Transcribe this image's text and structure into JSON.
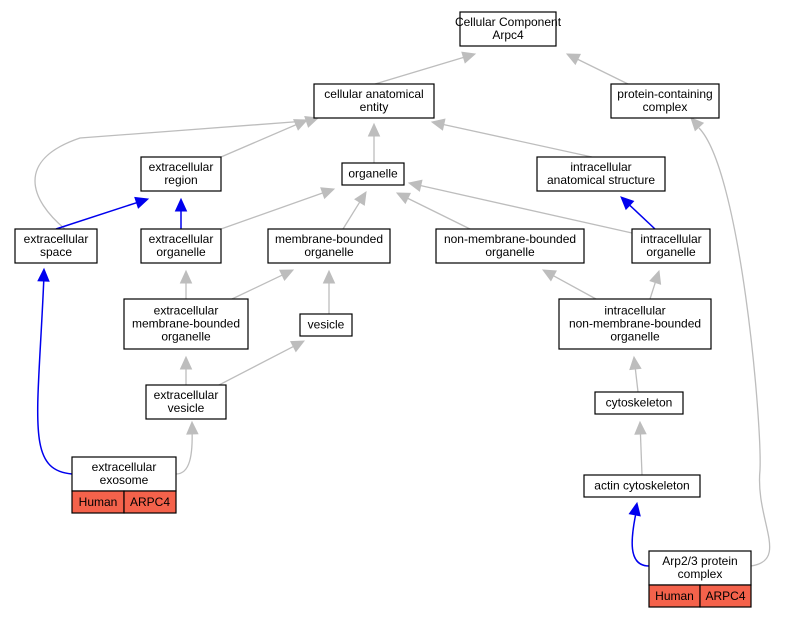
{
  "colors": {
    "is_a_edge": "#bdbdbd",
    "part_of_edge": "#0000ee",
    "annotation_fill": "#f4624b",
    "node_border": "#000000"
  },
  "nodes": {
    "root": [
      "Cellular Component",
      "Arpc4"
    ],
    "cellular_anatomical_entity": [
      "cellular anatomical",
      "entity"
    ],
    "protein_containing_complex": [
      "protein-containing",
      "complex"
    ],
    "extracellular_region": [
      "extracellular",
      "region"
    ],
    "organelle": [
      "organelle"
    ],
    "intracellular_anatomical_structure": [
      "intracellular",
      "anatomical structure"
    ],
    "extracellular_space": [
      "extracellular",
      "space"
    ],
    "extracellular_organelle": [
      "extracellular",
      "organelle"
    ],
    "membrane_bounded_organelle": [
      "membrane-bounded",
      "organelle"
    ],
    "non_membrane_bounded_organelle": [
      "non-membrane-bounded",
      "organelle"
    ],
    "intracellular_organelle": [
      "intracellular",
      "organelle"
    ],
    "extracellular_membrane_bounded_organelle": [
      "extracellular",
      "membrane-bounded",
      "organelle"
    ],
    "vesicle": [
      "vesicle"
    ],
    "intracellular_non_membrane_bounded_organelle": [
      "intracellular",
      "non-membrane-bounded",
      "organelle"
    ],
    "extracellular_vesicle": [
      "extracellular",
      "vesicle"
    ],
    "cytoskeleton": [
      "cytoskeleton"
    ],
    "actin_cytoskeleton": [
      "actin cytoskeleton"
    ],
    "extracellular_exosome": [
      "extracellular",
      "exosome"
    ],
    "arp23_protein_complex": [
      "Arp2/3 protein",
      "complex"
    ]
  },
  "annotations": {
    "extracellular_exosome": {
      "species": "Human",
      "gene": "ARPC4"
    },
    "arp23_protein_complex": {
      "species": "Human",
      "gene": "ARPC4"
    }
  },
  "edges": [
    {
      "from": "cellular_anatomical_entity",
      "to": "root",
      "type": "is_a"
    },
    {
      "from": "protein_containing_complex",
      "to": "root",
      "type": "is_a"
    },
    {
      "from": "extracellular_region",
      "to": "cellular_anatomical_entity",
      "type": "is_a"
    },
    {
      "from": "organelle",
      "to": "cellular_anatomical_entity",
      "type": "is_a"
    },
    {
      "from": "intracellular_anatomical_structure",
      "to": "cellular_anatomical_entity",
      "type": "is_a"
    },
    {
      "from": "extracellular_space",
      "to": "cellular_anatomical_entity",
      "type": "is_a"
    },
    {
      "from": "extracellular_space",
      "to": "extracellular_region",
      "type": "part_of"
    },
    {
      "from": "extracellular_organelle",
      "to": "extracellular_region",
      "type": "part_of"
    },
    {
      "from": "extracellular_organelle",
      "to": "organelle",
      "type": "is_a"
    },
    {
      "from": "membrane_bounded_organelle",
      "to": "organelle",
      "type": "is_a"
    },
    {
      "from": "non_membrane_bounded_organelle",
      "to": "organelle",
      "type": "is_a"
    },
    {
      "from": "intracellular_organelle",
      "to": "organelle",
      "type": "is_a"
    },
    {
      "from": "intracellular_organelle",
      "to": "intracellular_anatomical_structure",
      "type": "part_of"
    },
    {
      "from": "extracellular_membrane_bounded_organelle",
      "to": "extracellular_organelle",
      "type": "is_a"
    },
    {
      "from": "extracellular_membrane_bounded_organelle",
      "to": "membrane_bounded_organelle",
      "type": "is_a"
    },
    {
      "from": "vesicle",
      "to": "membrane_bounded_organelle",
      "type": "is_a"
    },
    {
      "from": "intracellular_non_membrane_bounded_organelle",
      "to": "non_membrane_bounded_organelle",
      "type": "is_a"
    },
    {
      "from": "intracellular_non_membrane_bounded_organelle",
      "to": "intracellular_organelle",
      "type": "is_a"
    },
    {
      "from": "extracellular_vesicle",
      "to": "extracellular_membrane_bounded_organelle",
      "type": "is_a"
    },
    {
      "from": "extracellular_vesicle",
      "to": "vesicle",
      "type": "is_a"
    },
    {
      "from": "cytoskeleton",
      "to": "intracellular_non_membrane_bounded_organelle",
      "type": "is_a"
    },
    {
      "from": "actin_cytoskeleton",
      "to": "cytoskeleton",
      "type": "is_a"
    },
    {
      "from": "extracellular_exosome",
      "to": "extracellular_vesicle",
      "type": "is_a"
    },
    {
      "from": "extracellular_exosome",
      "to": "extracellular_space",
      "type": "part_of"
    },
    {
      "from": "arp23_protein_complex",
      "to": "actin_cytoskeleton",
      "type": "part_of"
    },
    {
      "from": "arp23_protein_complex",
      "to": "protein_containing_complex",
      "type": "is_a"
    }
  ]
}
